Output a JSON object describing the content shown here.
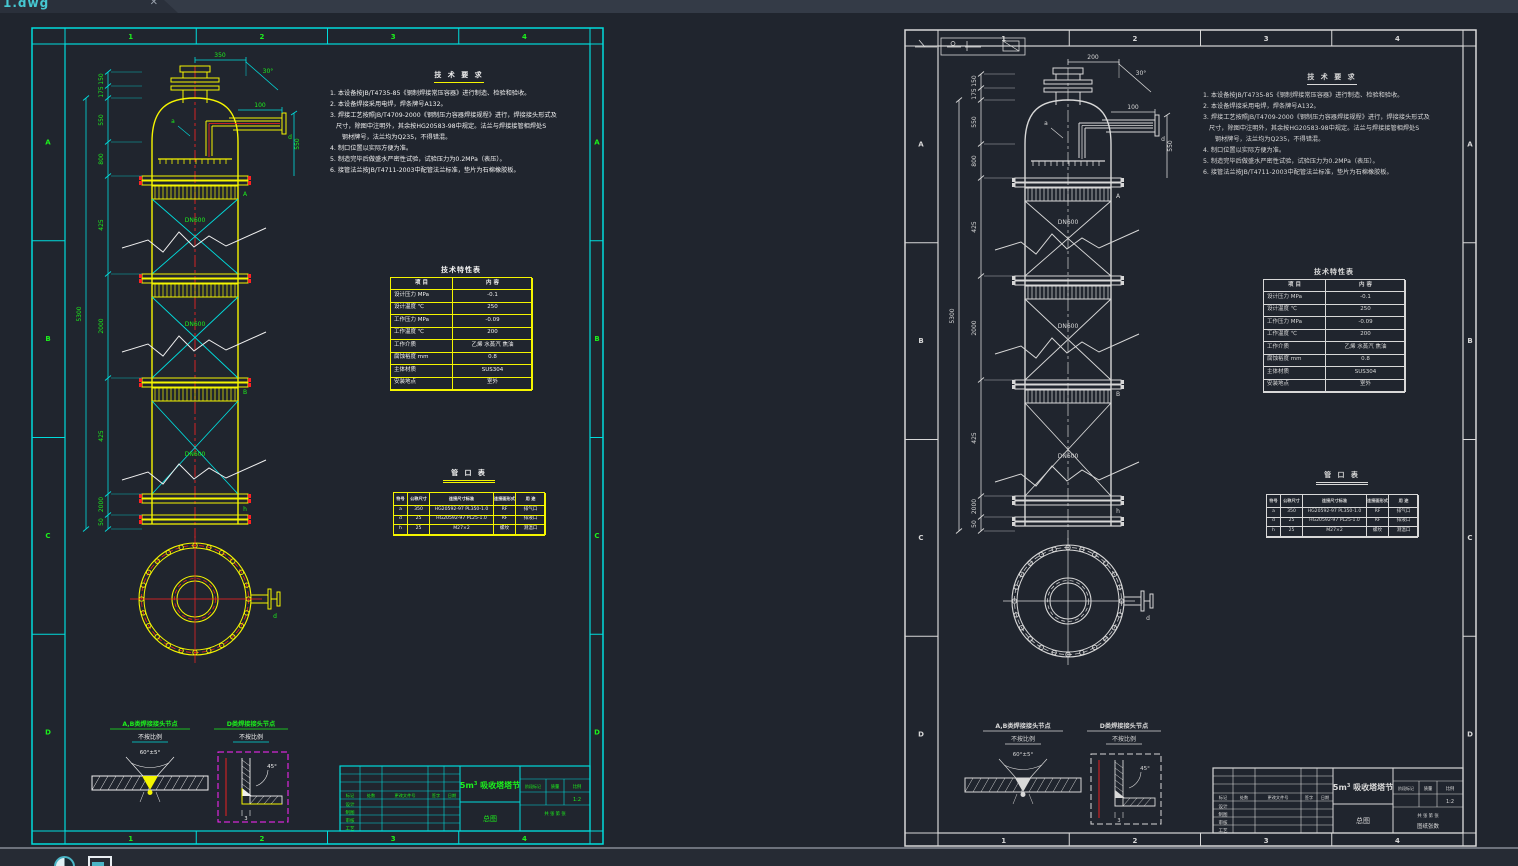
{
  "app": {
    "tab_title": "1.dwg",
    "close_label": "✕"
  },
  "statusbar": {
    "icons": [
      "view-sphere-icon",
      "capture-region-icon"
    ]
  },
  "dwg": {
    "grid_cols": [
      "1",
      "2",
      "3",
      "4"
    ],
    "grid_rows": [
      "A",
      "B",
      "C",
      "D"
    ],
    "notes_title": "技 术 要 求",
    "notes": [
      "1. 本设备按JB/T4735-85《钢制焊接常压容器》进行制造、检验和验收。",
      "2. 本设备焊接采用电焊，焊条牌号A132。",
      "3. 焊接工艺按照JB/T4709-2000《钢制压力容器焊接规程》进行，焊接接头形式及",
      "   尺寸，除图中注明外，其余按HG20583-98中规定。法兰与焊接接管相焊处S",
      "      钢材牌号，法兰均为Q235，不得错混。",
      "4. 制口位置以实际方便为准。",
      "5. 制造完毕后做盛水严密性试验，试验压力为0.2MPa（表压）。",
      "6. 接管法兰按JB/T4711-2003中配管法兰标准，垫片为石棉橡胶板。"
    ],
    "spec_table": {
      "title": "技术特性表",
      "headers": [
        "项  目",
        "内  容"
      ],
      "rows": [
        [
          "设计压力 MPa",
          "-0.1"
        ],
        [
          "设计温度 ℃",
          "250"
        ],
        [
          "工作压力 MPa",
          "-0.09"
        ],
        [
          "工作温度 ℃",
          "200"
        ],
        [
          "工作介质",
          "乙烯 水蒸汽 焦油"
        ],
        [
          "腐蚀裕度 mm",
          "0.8"
        ],
        [
          "主体材质",
          "SUS304"
        ],
        [
          "安装地点",
          "室外"
        ]
      ]
    },
    "nozzle_table": {
      "title": "管 口 表",
      "headers": [
        "符号",
        "公称尺寸",
        "连接尺寸标准",
        "连接面形式",
        "用 途"
      ],
      "rows": [
        [
          "a",
          "350",
          "HG20592-97 PL350-1.0",
          "RF",
          "排气口"
        ],
        [
          "d",
          "25",
          "HG20592-97 PL25-1.0",
          "RF",
          "排液口"
        ],
        [
          "h",
          "25",
          "M27×2",
          "螺纹",
          "测温口"
        ]
      ]
    },
    "dims": {
      "chain": [
        "150",
        "175",
        "550",
        "800",
        "425",
        "2000",
        "425",
        "2000",
        "50"
      ],
      "overall": "5300",
      "angle": "30°",
      "right_h": "100",
      "right_v": "550",
      "dn": "DN600",
      "noz_a": "a",
      "noz_d": "d",
      "noz_h": "h",
      "sec_a": "A",
      "sec_b": "B"
    },
    "details": {
      "t1": "A,B类焊接接头节点",
      "t2": "D类焊接接头节点",
      "ns": "不按比例",
      "a1": "60°±5°",
      "a2": "45°",
      "m2": "3"
    },
    "titleblock": {
      "main_prefix": "5m",
      "main_sup": "3",
      "main_name": " 吸收塔塔节",
      "sub": "总图",
      "rev": [
        "标记",
        "处数",
        "更改文件号",
        "签字",
        "日期"
      ],
      "roles": [
        "设计",
        "制图",
        "审核",
        "工艺"
      ],
      "cols": [
        "阶段标记",
        "质量",
        "比例"
      ],
      "scale": "1:2",
      "pages": "共 张  第 张"
    }
  },
  "sheet1": {
    "top_dim": "350"
  },
  "sheet2": {
    "top_dim": "200",
    "doc_cell": "图纸张数"
  }
}
